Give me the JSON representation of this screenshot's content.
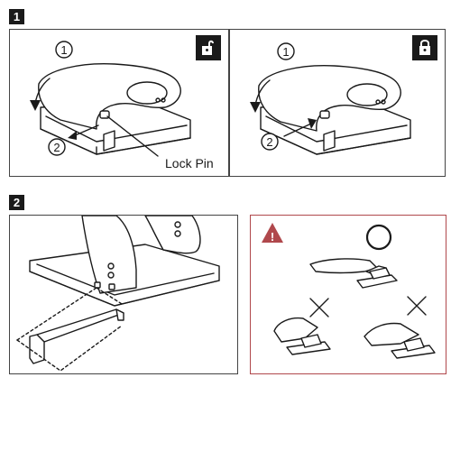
{
  "steps": [
    {
      "number": "1"
    },
    {
      "number": "2"
    }
  ],
  "panel1a": {
    "callouts": [
      "1",
      "2"
    ],
    "label": "Lock Pin",
    "icon": "unlocked-padlock-icon"
  },
  "panel1b": {
    "callouts": [
      "1",
      "2"
    ],
    "icon": "locked-padlock-icon"
  },
  "warning": {
    "icon": "warning-triangle-icon",
    "mark": "!",
    "colors": {
      "accent": "#b0484c"
    }
  }
}
